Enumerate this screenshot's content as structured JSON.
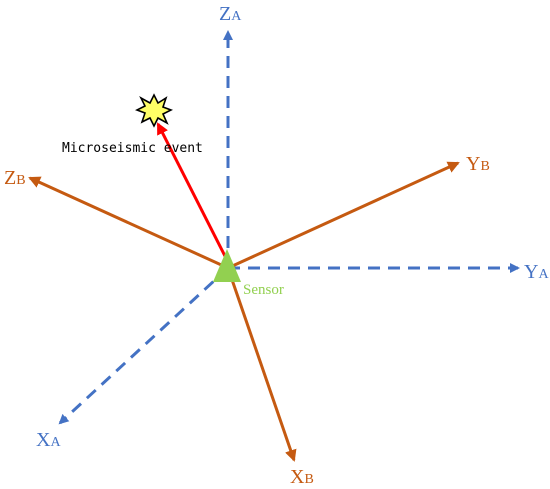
{
  "colors": {
    "axis_a": "#4472c4",
    "axis_b": "#c55a11",
    "event_vector": "#ff0000",
    "sensor": "#92d050"
  },
  "labels": {
    "za": {
      "main": "Z",
      "sub": "A"
    },
    "ya": {
      "main": "Y",
      "sub": "A"
    },
    "xa": {
      "main": "X",
      "sub": "A"
    },
    "zb": {
      "main": "Z",
      "sub": "B"
    },
    "yb": {
      "main": "Y",
      "sub": "B"
    },
    "xb": {
      "main": "X",
      "sub": "B"
    },
    "event": "Microseismic event",
    "sensor": "Sensor"
  },
  "icons": {
    "event": "starburst-icon",
    "sensor": "triangle-icon"
  }
}
